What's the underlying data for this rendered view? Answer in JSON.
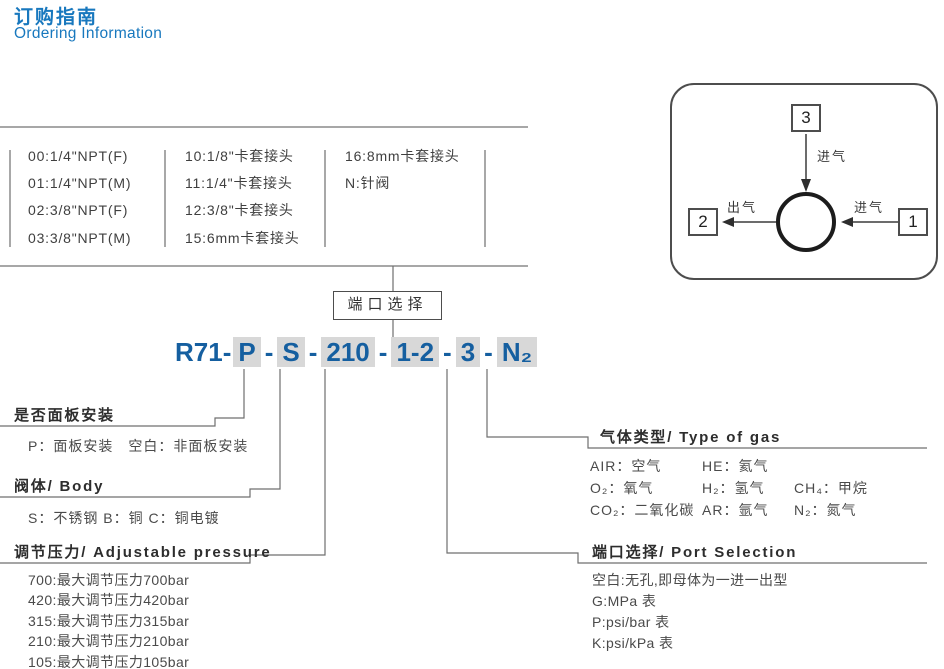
{
  "title": {
    "zh": "订购指南",
    "en": "Ordering Information"
  },
  "port_table": {
    "columns": [
      {
        "items": [
          "00:1/4\"NPT(F)",
          "01:1/4\"NPT(M)",
          "02:3/8\"NPT(F)",
          "03:3/8\"NPT(M)"
        ]
      },
      {
        "items": [
          "10:1/8\"卡套接头",
          "11:1/4\"卡套接头",
          "12:3/8\"卡套接头",
          "15:6mm卡套接头"
        ]
      },
      {
        "items": [
          "16:8mm卡套接头",
          "N:针阀"
        ]
      }
    ]
  },
  "diagram": {
    "port1": "1",
    "port2": "2",
    "port3": "3",
    "inlet_top_label": "进气",
    "inlet_right_label": "进气",
    "outlet_label": "出气"
  },
  "callout": {
    "label": "端口选择"
  },
  "model": {
    "prefix": "R71-",
    "separator": "-",
    "segments": [
      "P",
      "S",
      "210",
      "1-2",
      "3",
      "N₂"
    ]
  },
  "sections": {
    "panel": {
      "title": "是否面板安装",
      "line": "P：面板安装　空白：非面板安装"
    },
    "body": {
      "title": "阀体/ Body",
      "line": "S：不锈钢  B：铜  C：铜电镀"
    },
    "pressure": {
      "title": "调节压力/ Adjustable pressure",
      "lines": [
        "700:最大调节压力700bar",
        "420:最大调节压力420bar",
        "315:最大调节压力315bar",
        "210:最大调节压力210bar",
        "105:最大调节压力105bar"
      ]
    },
    "gas": {
      "title": "气体类型/ Type of gas",
      "rows": [
        [
          "AIR：空气",
          "HE：氦气",
          ""
        ],
        [
          "O₂：氧气",
          "H₂：氢气",
          "CH₄：甲烷"
        ],
        [
          "CO₂：二氧化碳",
          "AR：氩气",
          "N₂：氮气"
        ]
      ]
    },
    "port": {
      "title": "端口选择/ Port Selection",
      "lines": [
        "空白:无孔,即母体为一进一出型",
        "G:MPa 表",
        "P:psi/bar 表",
        "K:psi/kPa 表"
      ]
    }
  },
  "colors": {
    "accent_blue": "#1878be",
    "model_blue": "#155fa0",
    "highlight_gray": "#d8d8d8",
    "line_gray": "#8a8a8a"
  }
}
